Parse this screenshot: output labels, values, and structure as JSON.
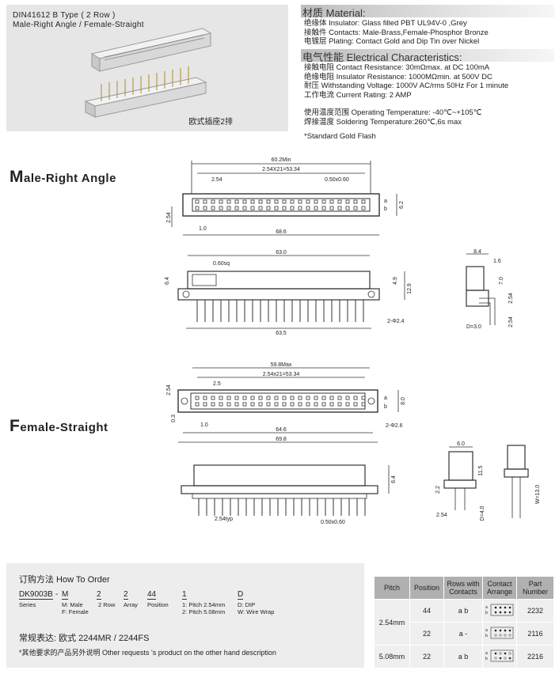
{
  "photo": {
    "title1": "DIN41612  B Type ( 2 Row )",
    "title2": "Male-Right Angle / Female-Straight",
    "caption": "欧式插座2排"
  },
  "material": {
    "heading": "材质 Material:",
    "lines": [
      "绝缘体 Insulator: Glass filled PBT UL94V-0 ,Grey",
      "接触件 Contacts: Male-Brass,Female-Phosphor Bronze",
      "电镀层 Plating: Contact Gold and Dip Tin over Nickel"
    ]
  },
  "electrical": {
    "heading": "电气性能 Electrical Characteristics:",
    "lines": [
      "接触电阻 Contact Resistance: 30mΩmax. at DC 100mA",
      "绝缘电阻 Insulator Resistance: 1000MΩmin. at 500V DC",
      "耐压 Withstanding Voltage: 1000V AC/rms 50Hz For 1 minute",
      "工作电流 Current Rating: 2 AMP"
    ],
    "temps": [
      "使用温度范围 Operating Temperature: -40℃~+105℃",
      "焊接温度 Soldering Temperature:260℃,6s max"
    ],
    "note": "*Standard Gold Flash"
  },
  "sections": {
    "male": {
      "first": "M",
      "rest": "ale-Right Angle"
    },
    "female": {
      "first": "F",
      "rest": "emale-Straight"
    }
  },
  "dims": {
    "m_602": "60.2Min",
    "m_5334": "2.54X21=53.34",
    "m_254a": "2.54",
    "m_050": "0.50x0.60",
    "m_62": "6.2",
    "m_254v": "2.54",
    "m_10": "1.0",
    "m_686": "68.6",
    "m_a": "a",
    "m_b": "b",
    "s_630": "63.0",
    "s_060": "0.60sq",
    "s_64": "6.4",
    "s_49": "4.9",
    "s_129": "12.9",
    "s_635": "63.5",
    "s_24": "2-Φ2.4",
    "r_84": "8.4",
    "r_16": "1.6",
    "r_70": "7.0",
    "r_254": "2.54",
    "r_254b": "2.54",
    "r_d": "D=3.0",
    "f_598": "59.8Max",
    "f_5334": "2.54x21=53.34",
    "f_25": "2.5",
    "f_254": "2.54",
    "f_a": "a",
    "f_b": "b",
    "f_80": "8.0",
    "f_03": "0.3",
    "f_10": "1.0",
    "f_26": "2-Φ2.6",
    "f_646": "64.6",
    "f_698": "69.8",
    "fs_64": "6.4",
    "fs_254": "2.54typ",
    "fs_050": "0.50x0.60",
    "fr_60": "6.0",
    "fr_115": "11.5",
    "fr_22": "2.2",
    "fr_254": "2.54",
    "fr_d": "D=4.0",
    "fr_w": "W=13.0"
  },
  "order": {
    "title": "订购方法 How To Order",
    "code": [
      "DK9003B",
      "-",
      "M",
      "2",
      "2",
      "44",
      "1",
      "D"
    ],
    "subs": [
      {
        "label": "Series"
      },
      {
        "label": "M: Male\nF: Female"
      },
      {
        "label": "2 Row"
      },
      {
        "label": "Array"
      },
      {
        "label": "Position"
      },
      {
        "label": "1: Pitch 2.54mm\n2: Pitch 5.08mm"
      },
      {
        "label": "D: DIP\nW: Wire Wrap"
      }
    ],
    "common": "常规表达: 欧式 2244MR / 2244FS",
    "note": "*其他要求的产品另外说明 Other requests 's product on the other hand description"
  },
  "part_table": {
    "headers": [
      "Pitch",
      "Position",
      "Rows with Contacts",
      "Contact Arrange",
      "Part Number"
    ],
    "rows": [
      {
        "pitch": "2.54mm",
        "position": "44",
        "rows": "a  b",
        "arr_a": "a",
        "arr_b": "b",
        "part": "2232"
      },
      {
        "pitch": "",
        "position": "22",
        "rows": "a  -",
        "arr_a": "a",
        "arr_b": "b",
        "part": "2116"
      },
      {
        "pitch": "5.08mm",
        "position": "22",
        "rows": "a  b",
        "arr_a": "a",
        "arr_b": "b",
        "part": "2216"
      }
    ]
  }
}
